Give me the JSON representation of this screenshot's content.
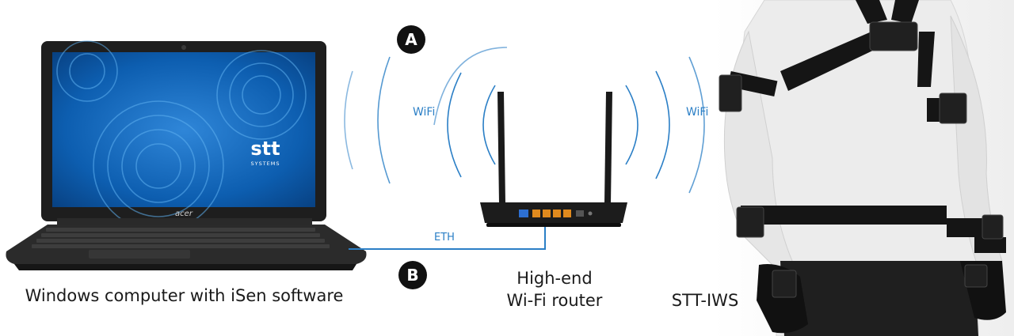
{
  "captions": {
    "laptop": "Windows computer with iSen software",
    "router_line1": "High-end",
    "router_line2": "Wi-Fi router",
    "sensor": "STT-IWS"
  },
  "badges": {
    "a": "A",
    "b": "B"
  },
  "links": {
    "wifi_left": "WiFi",
    "wifi_right": "WiFi",
    "eth": "ETH"
  },
  "laptop": {
    "brand": "acer",
    "logo_main": "stt",
    "logo_sub": "SYSTEMS"
  },
  "colors": {
    "link": "#2b7fc6",
    "screen": "#0d5eb0",
    "badge": "#111111"
  }
}
